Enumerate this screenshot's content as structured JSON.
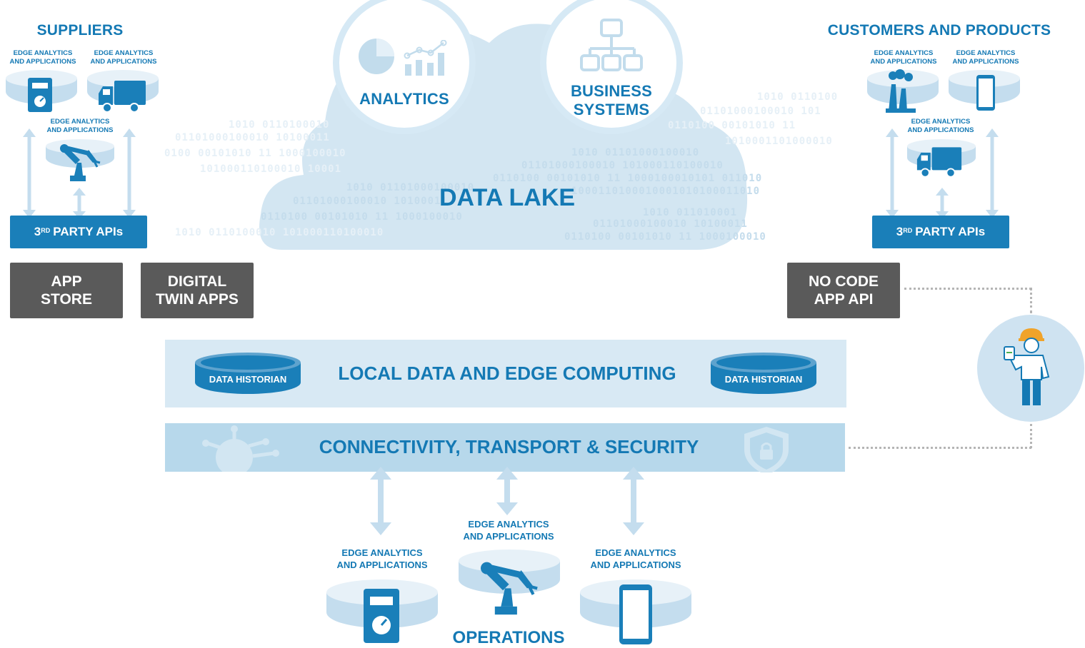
{
  "suppliers": {
    "title": "SUPPLIERS",
    "edge_label_1": "EDGE ANALYTICS\nAND APPLICATIONS",
    "edge_label_2": "EDGE ANALYTICS\nAND APPLICATIONS",
    "edge_label_3": "EDGE ANALYTICS\nAND APPLICATIONS",
    "api_label": "PARTY APIs",
    "api_sup": "RD",
    "api_num": "3"
  },
  "customers": {
    "title": "CUSTOMERS AND PRODUCTS",
    "edge_label_1": "EDGE ANALYTICS\nAND APPLICATIONS",
    "edge_label_2": "EDGE ANALYTICS\nAND APPLICATIONS",
    "edge_label_3": "EDGE ANALYTICS\nAND APPLICATIONS",
    "api_label": "PARTY APIs",
    "api_sup": "RD",
    "api_num": "3"
  },
  "cloud": {
    "data_lake": "DATA LAKE",
    "analytics": "ANALYTICS",
    "business_systems_1": "BUSINESS",
    "business_systems_2": "SYSTEMS"
  },
  "apps": {
    "app_store_1": "APP",
    "app_store_2": "STORE",
    "digital_twin_1": "DIGITAL",
    "digital_twin_2": "TWIN APPS",
    "no_code_1": "NO CODE",
    "no_code_2": "APP API"
  },
  "layers": {
    "local": "LOCAL DATA AND EDGE COMPUTING",
    "historian_left": "DATA HISTORIAN",
    "historian_right": "DATA HISTORIAN",
    "connectivity": "CONNECTIVITY, TRANSPORT & SECURITY"
  },
  "operations": {
    "title": "OPERATIONS",
    "edge_left": "EDGE ANALYTICS\nAND APPLICATIONS",
    "edge_center": "EDGE ANALYTICS\nAND APPLICATIONS",
    "edge_right": "EDGE ANALYTICS\nAND APPLICATIONS"
  },
  "binary_rows": [
    "1010 0110100010",
    "01101000100010  10100011",
    "0100   00101010   11  1000100010",
    "101000110100010      10001",
    "1010 01101000100010",
    "0110100  00101010  11  1000100010",
    "01101000100010  10100011",
    "1010 0110100010 101000110100010",
    "1010 0110100",
    "01101000100010  101",
    "0110100   00101010   11",
    "1010001101000010",
    "1010 01101000100010",
    "01101000100010  101000110100010",
    "0110100  00101010  11  1000100010101 011010",
    "1000110100010001010100011010",
    "1010 011010001",
    "01101000100010  10100011",
    "0110100   00101010   11  1000100010"
  ],
  "colors": {
    "brand_blue": "#1479b4",
    "api_blue": "#1a7fb9",
    "light_blue": "#b7d8eb",
    "pale_blue": "#d8e9f4",
    "gray": "#5a5a5a"
  }
}
